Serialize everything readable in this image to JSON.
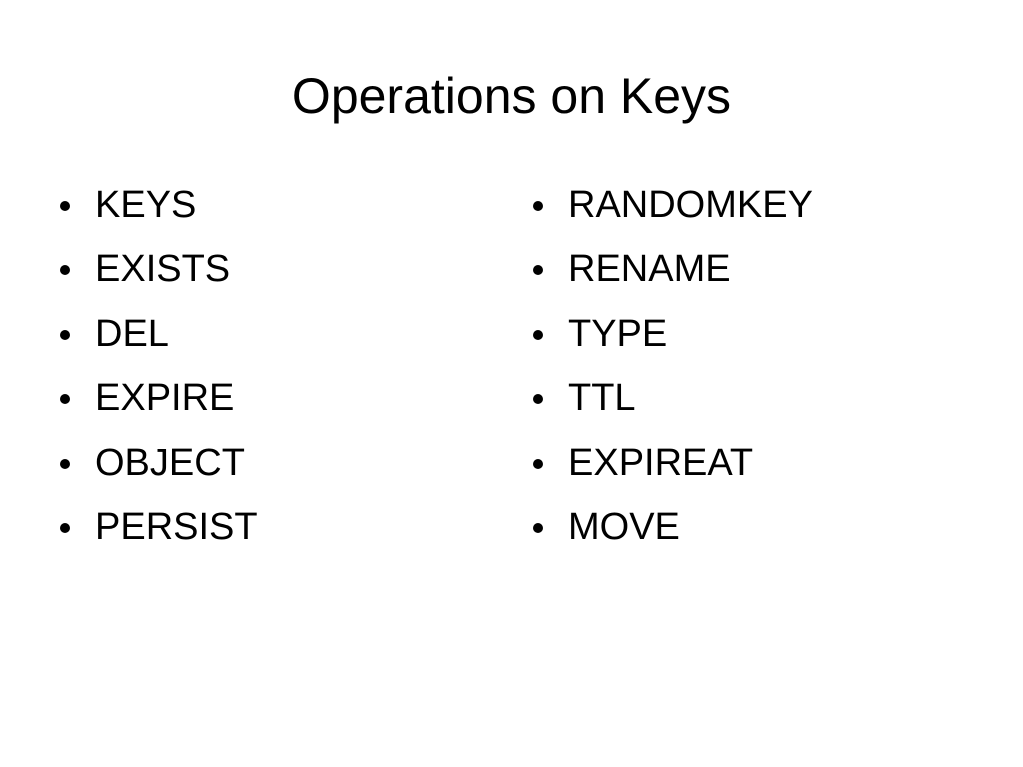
{
  "slide": {
    "title": "Operations on Keys",
    "left_column": {
      "items": [
        "KEYS",
        "EXISTS",
        "DEL",
        "EXPIRE",
        "OBJECT",
        "PERSIST"
      ]
    },
    "right_column": {
      "items": [
        "RANDOMKEY",
        "RENAME",
        "TYPE",
        "TTL",
        "EXPIREAT",
        "MOVE"
      ]
    }
  }
}
